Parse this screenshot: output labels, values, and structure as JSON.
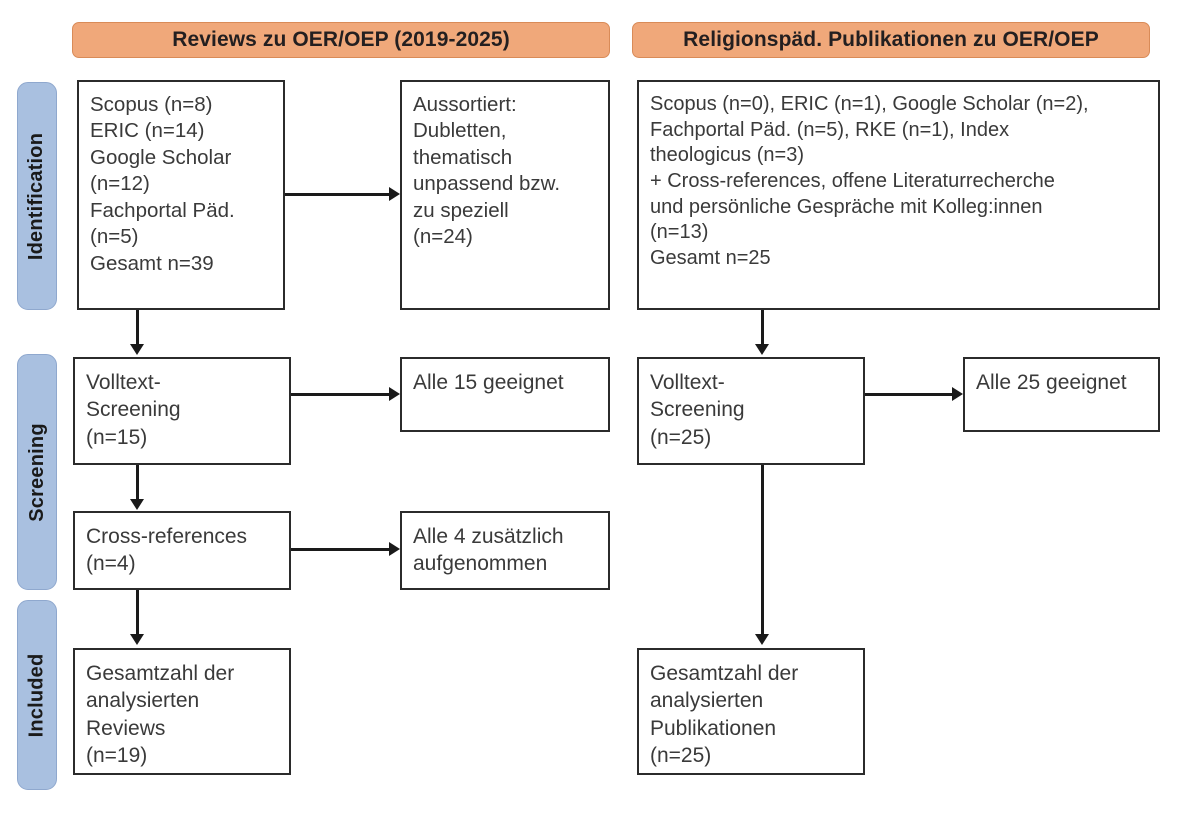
{
  "figure": {
    "type": "prisma-flow-diagram",
    "colors": {
      "header_fill": "#F0A87A",
      "header_border": "#D98B58",
      "stage_label_fill": "#A9C0E0",
      "stage_label_border": "#8FA8CE",
      "box_border": "#2b2b2b",
      "text": "#3a3a3a",
      "background": "#ffffff"
    }
  },
  "columns": [
    {
      "id": "left",
      "header": "Reviews zu OER/OEP (2019-2025)"
    },
    {
      "id": "right",
      "header": "Religionspäd. Publikationen zu OER/OEP"
    }
  ],
  "stages": [
    {
      "id": "identification",
      "label": "Identification"
    },
    {
      "id": "screening",
      "label": "Screening"
    },
    {
      "id": "included",
      "label": "Included"
    }
  ],
  "boxes": {
    "left_identification": "Scopus (n=8)\nERIC (n=14)\nGoogle Scholar\n(n=12)\nFachportal Päd.\n(n=5)\nGesamt n=39",
    "left_excluded": "Aussortiert:\nDubletten,\nthematisch\nunpassend bzw.\nzu speziell\n(n=24)",
    "left_fulltext": "Volltext-\nScreening\n(n=15)",
    "left_fulltext_result": "Alle 15 geeignet",
    "left_crossrefs": "Cross-references\n(n=4)",
    "left_crossrefs_result": "Alle 4 zusätzlich\naufgenommen",
    "left_included": "Gesamtzahl der\nanalysierten\nReviews\n(n=19)",
    "right_identification": "Scopus (n=0), ERIC (n=1), Google Scholar (n=2),\nFachportal Päd. (n=5), RKE (n=1), Index\ntheologicus (n=3)\n+ Cross-references, offene Literaturrecherche\nund persönliche Gespräche mit Kolleg:innen\n(n=13)\nGesamt n=25",
    "right_fulltext": "Volltext-\nScreening\n(n=25)",
    "right_fulltext_result": "Alle 25 geeignet",
    "right_included": "Gesamtzahl der\nanalysierten\nPublikationen\n(n=25)"
  },
  "counts": {
    "left_scopus": 8,
    "left_eric": 14,
    "left_google_scholar": 12,
    "left_fachportal": 5,
    "left_total": 39,
    "left_excluded": 24,
    "left_fulltext": 15,
    "left_crossrefs": 4,
    "left_included": 19,
    "right_scopus": 0,
    "right_eric": 1,
    "right_google_scholar": 2,
    "right_fachportal": 5,
    "right_rke": 1,
    "right_index_theologicus": 3,
    "right_other_sources": 13,
    "right_total": 25,
    "right_fulltext": 25,
    "right_included": 25
  }
}
